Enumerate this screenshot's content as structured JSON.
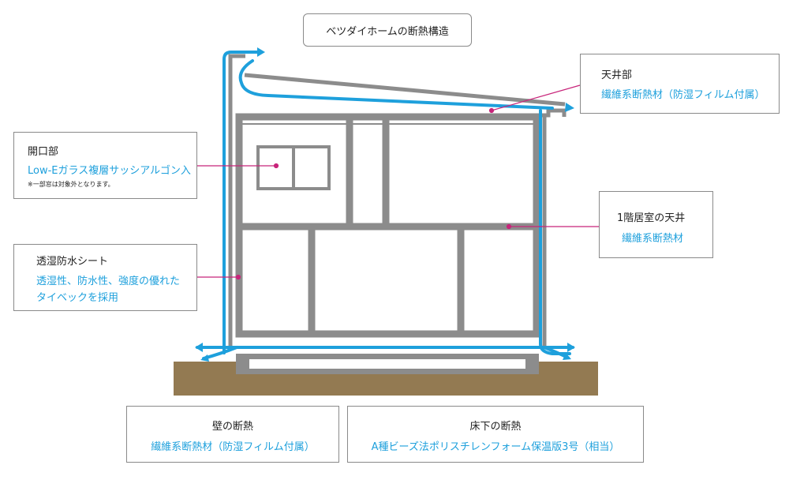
{
  "title": "ベツダイホームの断熱構造",
  "callouts": {
    "ceiling": {
      "heading": "天井部",
      "text": "繊維系断熱材（防湿フィルム付属）"
    },
    "opening": {
      "heading": "開口部",
      "text": "Low-Eガラス複層サッシアルゴン入",
      "note": "※一部窓は対象外となります。"
    },
    "first_floor_ceiling": {
      "heading": "1階居室の天井",
      "text": "繊維系断熱材"
    },
    "sheet": {
      "heading": "透湿防水シート",
      "text_line1": "透湿性、防水性、強度の優れた",
      "text_line2": "タイベックを採用"
    },
    "wall": {
      "heading": "壁の断熱",
      "text": "繊維系断熱材（防湿フィルム付属）"
    },
    "floor": {
      "heading": "床下の断熱",
      "text": "A種ビーズ法ポリスチレンフォーム保温版3号（相当）"
    }
  },
  "colors": {
    "airflow": "#1ea0dc",
    "structure": "#8c8c8c",
    "ground": "#937a52",
    "leader": "#c8247a",
    "border": "#8a8a8a"
  },
  "icons": [
    "arrow-icon"
  ]
}
